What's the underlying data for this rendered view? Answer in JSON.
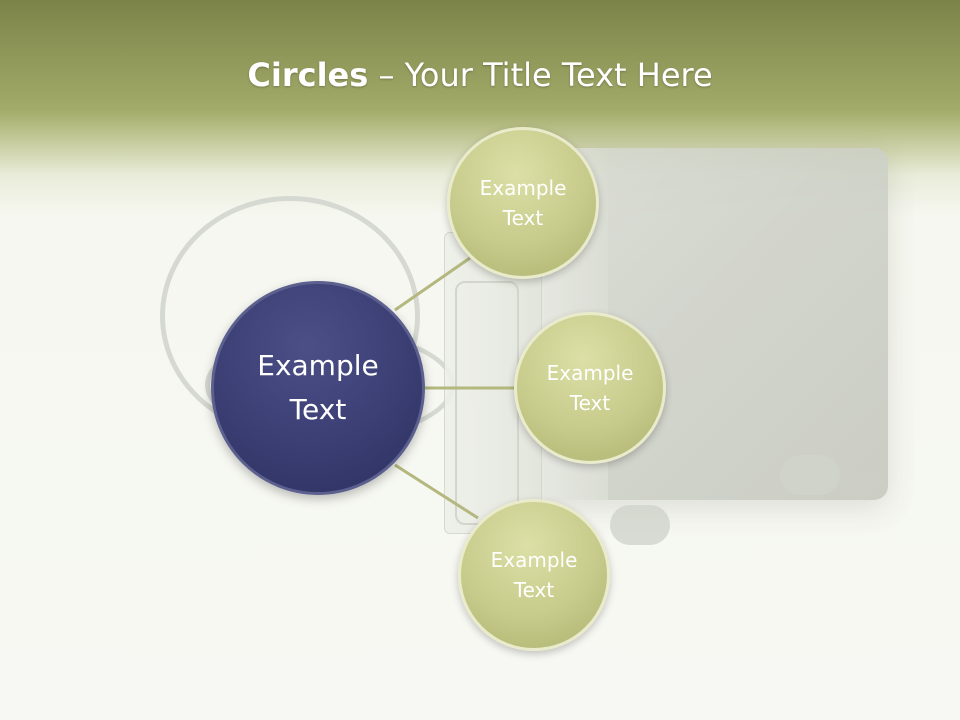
{
  "title": {
    "bold": "Circles",
    "rest": " – Your Title Text Here"
  },
  "diagram": {
    "center": {
      "label": "Example\nText"
    },
    "nodes": [
      {
        "label": "Example\nText"
      },
      {
        "label": "Example\nText"
      },
      {
        "label": "Example\nText"
      }
    ]
  },
  "colors": {
    "header": "#8c9456",
    "center_fill": "#3b3e73",
    "node_fill": "#c6ca8a",
    "connector": "#b4b87e"
  }
}
